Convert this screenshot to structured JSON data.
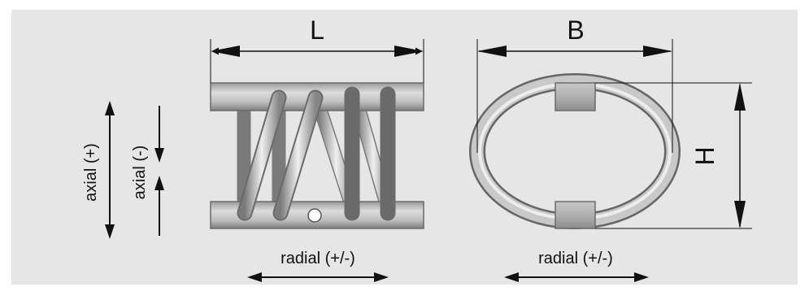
{
  "diagram": {
    "labels": {
      "length": "L",
      "width": "B",
      "height": "H",
      "axial_plus": "axial (+)",
      "axial_minus": "axial (-)",
      "radial_front": "radial (+/-)",
      "radial_side": "radial (+/-)"
    },
    "colors": {
      "background_panel": "#e6e6e6",
      "page": "#ffffff",
      "metal_light": "#e4e4e4",
      "metal_mid": "#b4b4b4",
      "metal_dark": "#6e6e6e",
      "line": "#111111"
    }
  }
}
